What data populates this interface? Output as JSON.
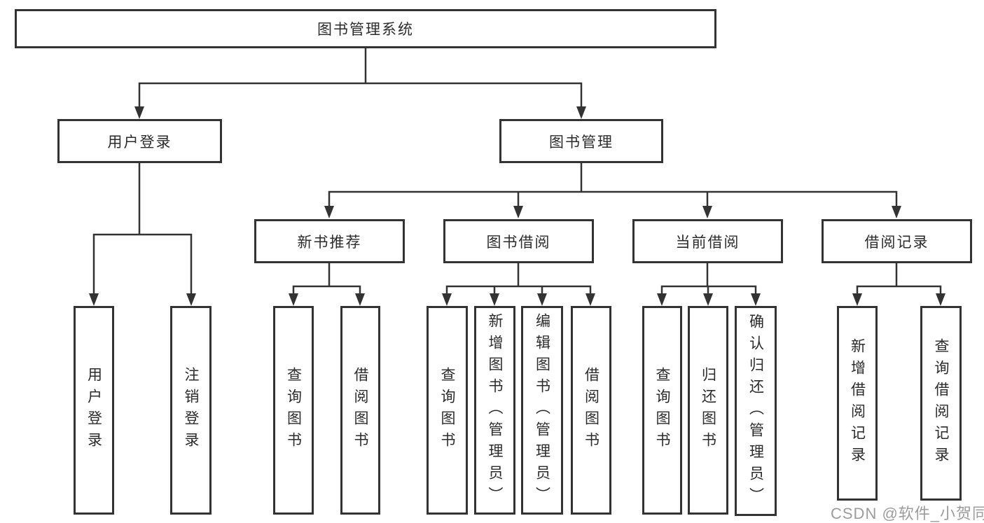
{
  "diagram": {
    "root": "图书管理系统",
    "level2": {
      "user_login": "用户登录",
      "book_mgmt": "图书管理"
    },
    "level3": {
      "new_books": "新书推荐",
      "book_borrow": "图书借阅",
      "current_borrow": "当前借阅",
      "borrow_record": "借阅记录"
    },
    "leaves": {
      "user_login": [
        "用户登录",
        "注销登录"
      ],
      "new_books": [
        "查询图书",
        "借阅图书"
      ],
      "book_borrow": [
        "查询图书",
        "新增图书（管理员）",
        "编辑图书（管理员）",
        "借阅图书"
      ],
      "current_borrow": [
        "查询图书",
        "归还图书",
        "确认归还（管理员）"
      ],
      "borrow_record": [
        "新增借阅记录",
        "查询借阅记录"
      ]
    }
  },
  "watermark": "CSDN @软件_小贺同学",
  "colors": {
    "line": "#333333",
    "text": "#2b2b2b",
    "watermark": "#9c9c9c",
    "background": "#ffffff"
  }
}
